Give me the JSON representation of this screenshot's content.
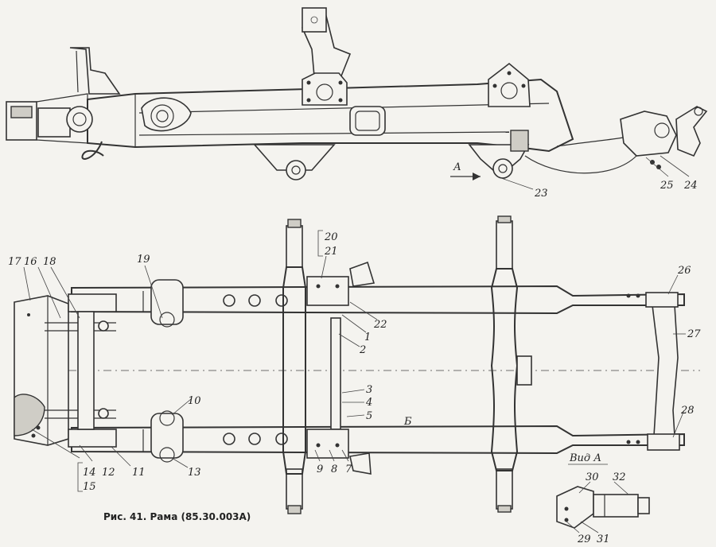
{
  "caption": "Рис. 41. Рама (85.30.003А)",
  "view_arrow_label": "А",
  "view_a_label": "Вид А",
  "frame_letter": "Б",
  "callouts": {
    "c1": "1",
    "c2": "2",
    "c3": "3",
    "c4": "4",
    "c5": "5",
    "c7": "7",
    "c8": "8",
    "c9": "9",
    "c10": "10",
    "c11": "11",
    "c12": "12",
    "c13": "13",
    "c14": "14",
    "c15": "15",
    "c16": "16",
    "c17": "17",
    "c18": "18",
    "c19": "19",
    "c20": "20",
    "c21": "21",
    "c22": "22",
    "c23": "23",
    "c24": "24",
    "c25": "25",
    "c26": "26",
    "c27": "27",
    "c28": "28",
    "c29": "29",
    "c30": "30",
    "c31": "31",
    "c32": "32"
  }
}
